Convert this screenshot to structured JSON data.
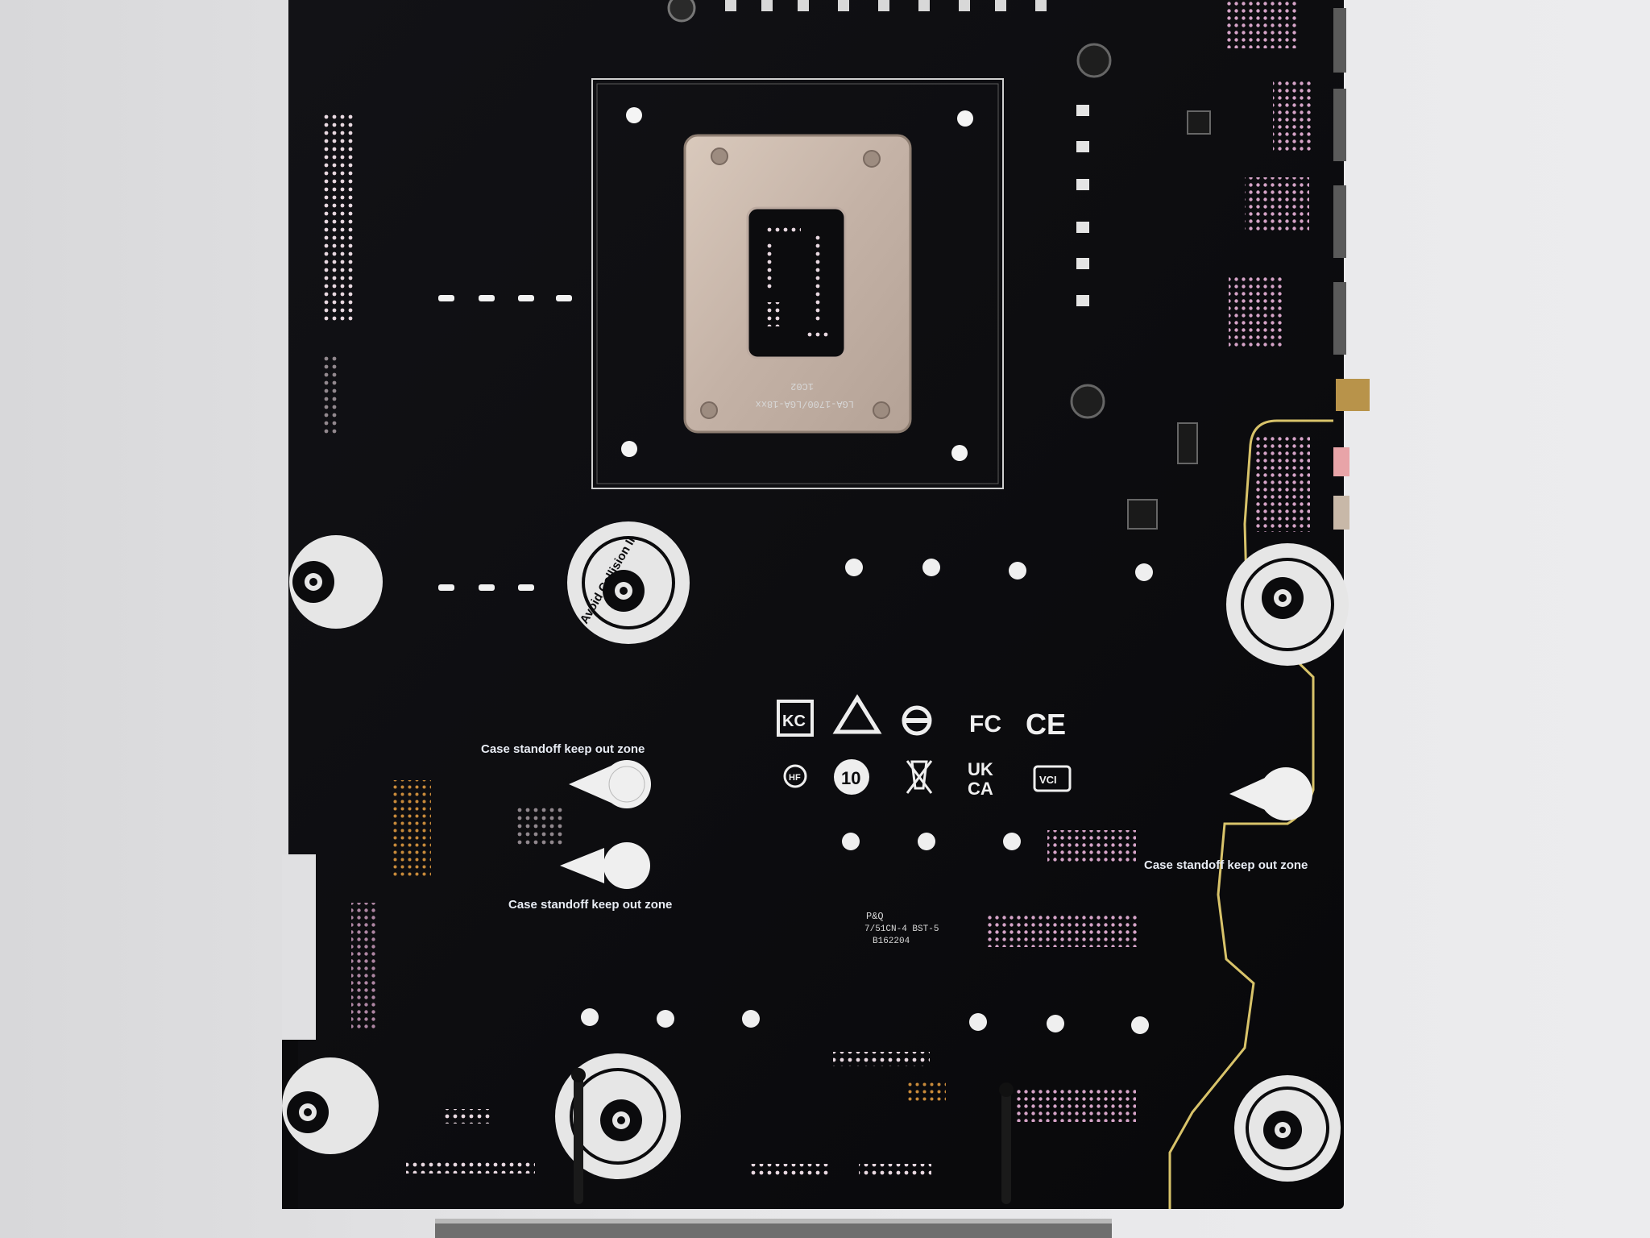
{
  "photo": {
    "subject": "motherboard-rear-pcb",
    "colors": {
      "background": "#e4e4e6",
      "pcb": "#0b0b0d",
      "silkscreen": "#e6e6e6",
      "backplate": "#cdbcb0",
      "gold_trace": "#d8c36a",
      "stand": "#1a1a1a"
    }
  },
  "backplate": {
    "socket_text": "LGA-1700/LGA-18xx",
    "code": "1C02"
  },
  "collision_marks": {
    "text": "Avoid Collision II"
  },
  "keepout_labels": {
    "left_top": "Case standoff keep out zone",
    "left_bottom": "Case standoff keep out zone",
    "right": "Case standoff keep out zone"
  },
  "cert_marks": {
    "kc": "KC",
    "rcm": "RCM",
    "fcc": "FC",
    "ce": "CE",
    "hf": "HF",
    "eco": "10",
    "weee": "WEEE",
    "ukca_top": "UK",
    "ukca_bottom": "CA",
    "vcci": "VCI"
  },
  "pcb_markings": {
    "line1": "P&Q",
    "line2": "7/51CN-4 BST-5",
    "line3": "B162204"
  }
}
